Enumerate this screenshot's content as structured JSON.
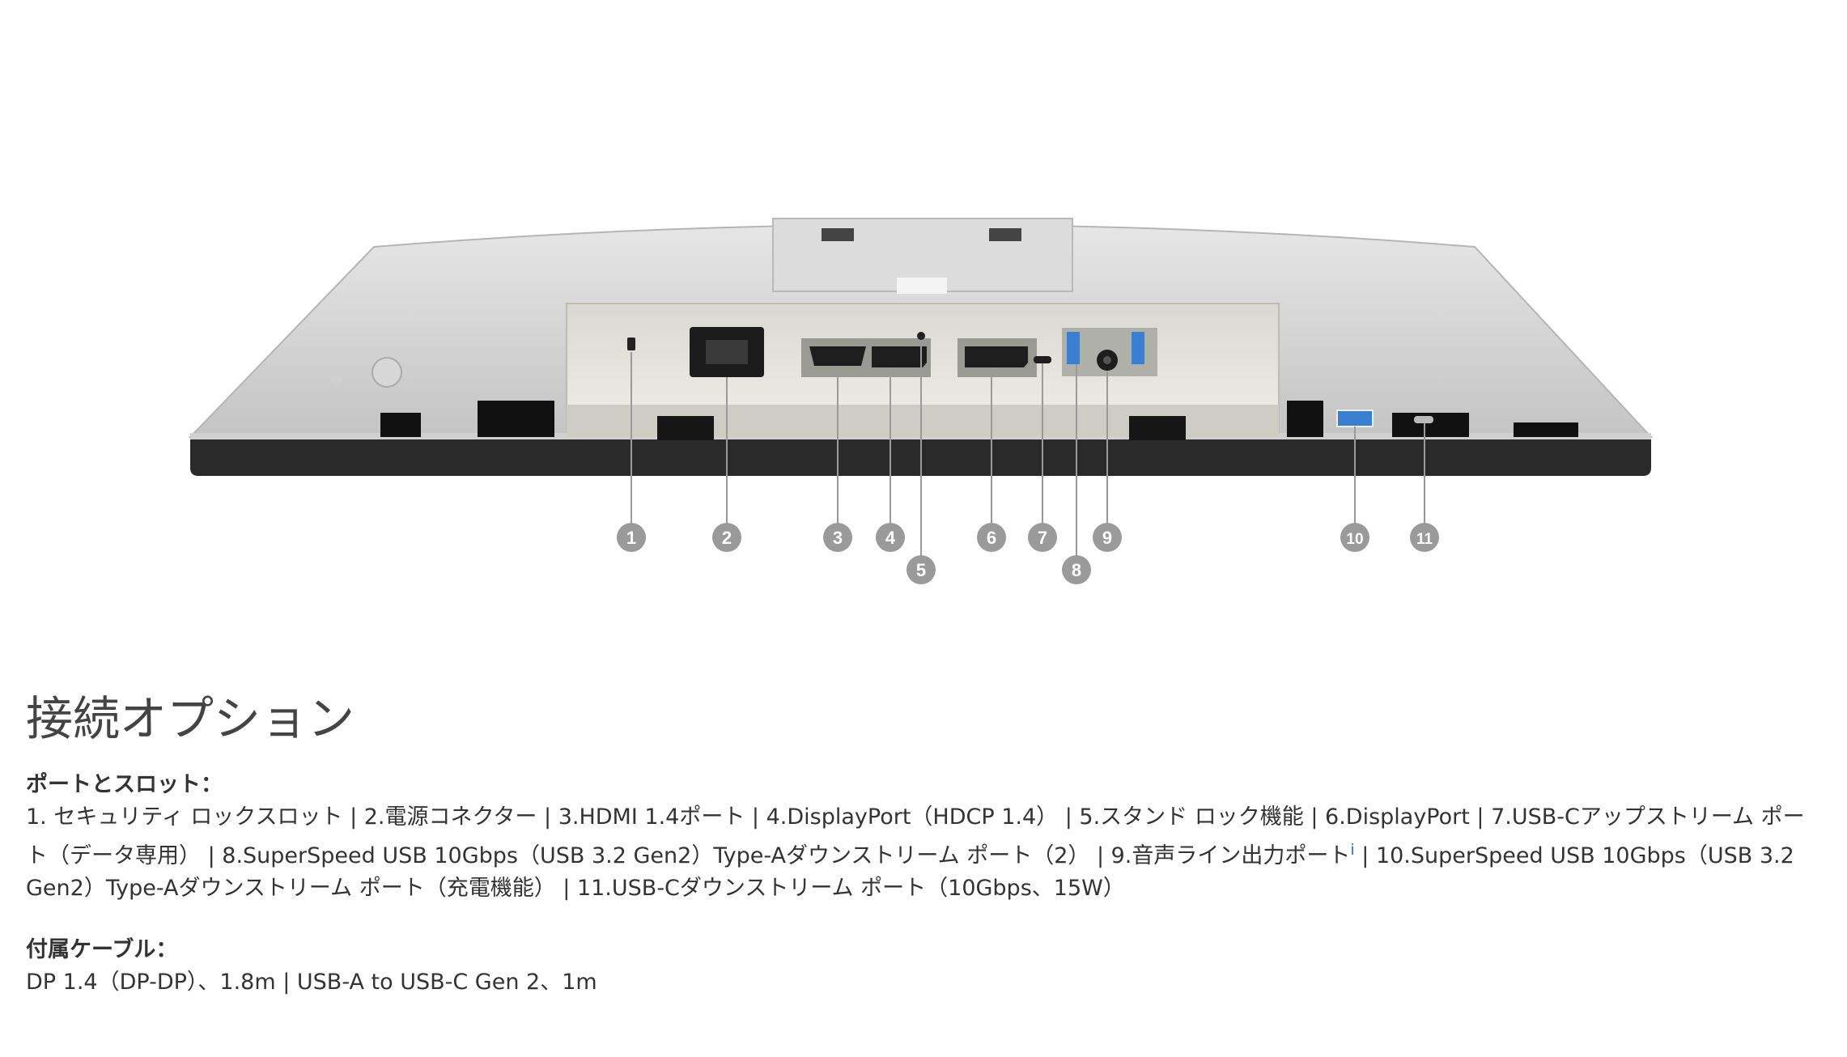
{
  "callouts": [
    "1",
    "2",
    "3",
    "4",
    "5",
    "6",
    "7",
    "8",
    "9",
    "10",
    "11"
  ],
  "section": {
    "title": "接続オプション",
    "ports_label": "ポートとスロット：",
    "ports_text": "1. セキュリティ ロックスロット | 2.電源コネクター | 3.HDMI 1.4ポート | 4.DisplayPort（HDCP 1.4） | 5.スタンド ロック機能 | 6.DisplayPort | 7.USB-Cアップストリーム ポート（データ専用） | 8.SuperSpeed USB 10Gbps（USB 3.2 Gen2）Type-Aダウンストリーム ポート（2） | 9.音声ライン出力ポート",
    "info_mark": "i",
    "ports_text_2": " | 10.SuperSpeed USB 10Gbps（USB 3.2 Gen2）Type-Aダウンストリーム ポート（充電機能） | 11.USB-Cダウンストリーム ポート（10Gbps、15W）",
    "cables_label": "付属ケーブル：",
    "cables_text": "DP 1.4（DP-DP）、1.8m | USB-A to USB-C Gen 2、1m"
  },
  "colors": {
    "usb_blue": "#3a7fd0",
    "callout_gray": "#9a9a9a"
  }
}
